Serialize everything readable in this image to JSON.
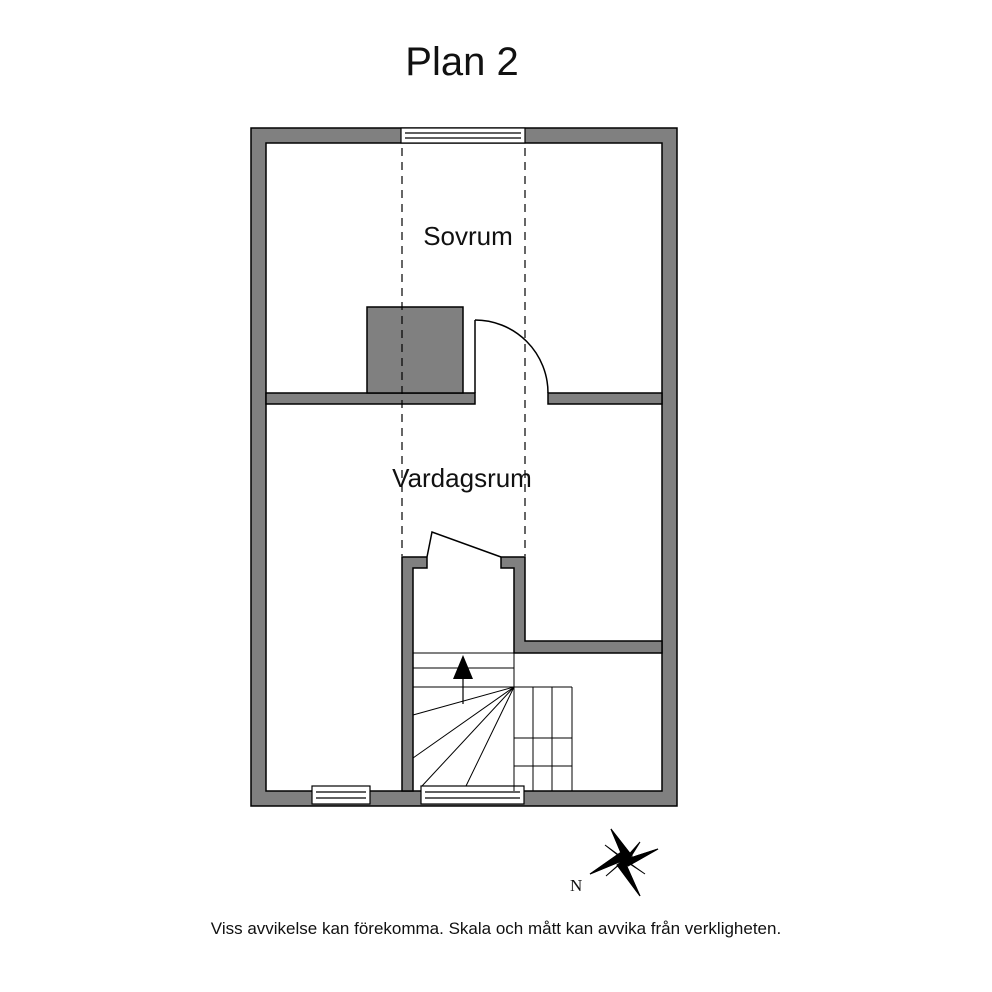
{
  "plan": {
    "title": "Plan 2",
    "rooms": {
      "bedroom": "Sovrum",
      "living_room": "Vardagsrum"
    },
    "compass_label": "N",
    "disclaimer": "Viss avvikelse kan förekomma. Skala och mått kan avvika från verkligheten.",
    "colors": {
      "wall": "#808080",
      "outline": "#000000",
      "background": "#ffffff"
    }
  }
}
